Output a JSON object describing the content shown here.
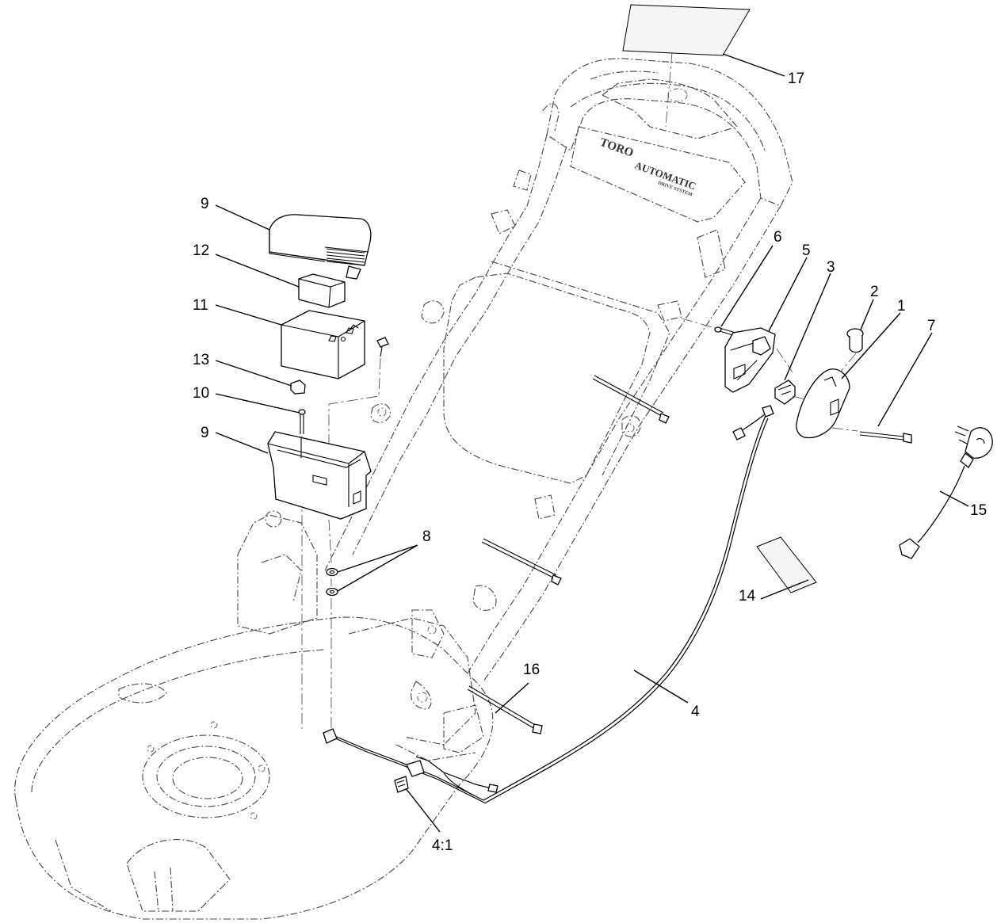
{
  "diagram": {
    "background": "#ffffff",
    "line_color": "#000000",
    "ghost_color": "#444444",
    "callouts": [
      {
        "id": "c17",
        "text": "17"
      },
      {
        "id": "c9a",
        "text": "9"
      },
      {
        "id": "c12",
        "text": "12"
      },
      {
        "id": "c11",
        "text": "11"
      },
      {
        "id": "c13",
        "text": "13"
      },
      {
        "id": "c10",
        "text": "10"
      },
      {
        "id": "c9b",
        "text": "9"
      },
      {
        "id": "c6",
        "text": "6"
      },
      {
        "id": "c5",
        "text": "5"
      },
      {
        "id": "c3",
        "text": "3"
      },
      {
        "id": "c2",
        "text": "2"
      },
      {
        "id": "c1",
        "text": "1"
      },
      {
        "id": "c7",
        "text": "7"
      },
      {
        "id": "c15",
        "text": "15"
      },
      {
        "id": "c8",
        "text": "8"
      },
      {
        "id": "c14",
        "text": "14"
      },
      {
        "id": "c16",
        "text": "16"
      },
      {
        "id": "c4",
        "text": "4"
      },
      {
        "id": "c41",
        "text": "4:1"
      }
    ],
    "handle_text": {
      "brand": "TORO",
      "line1": "AUTOMATIC",
      "line2": "DRIVE SYSTEM"
    }
  }
}
